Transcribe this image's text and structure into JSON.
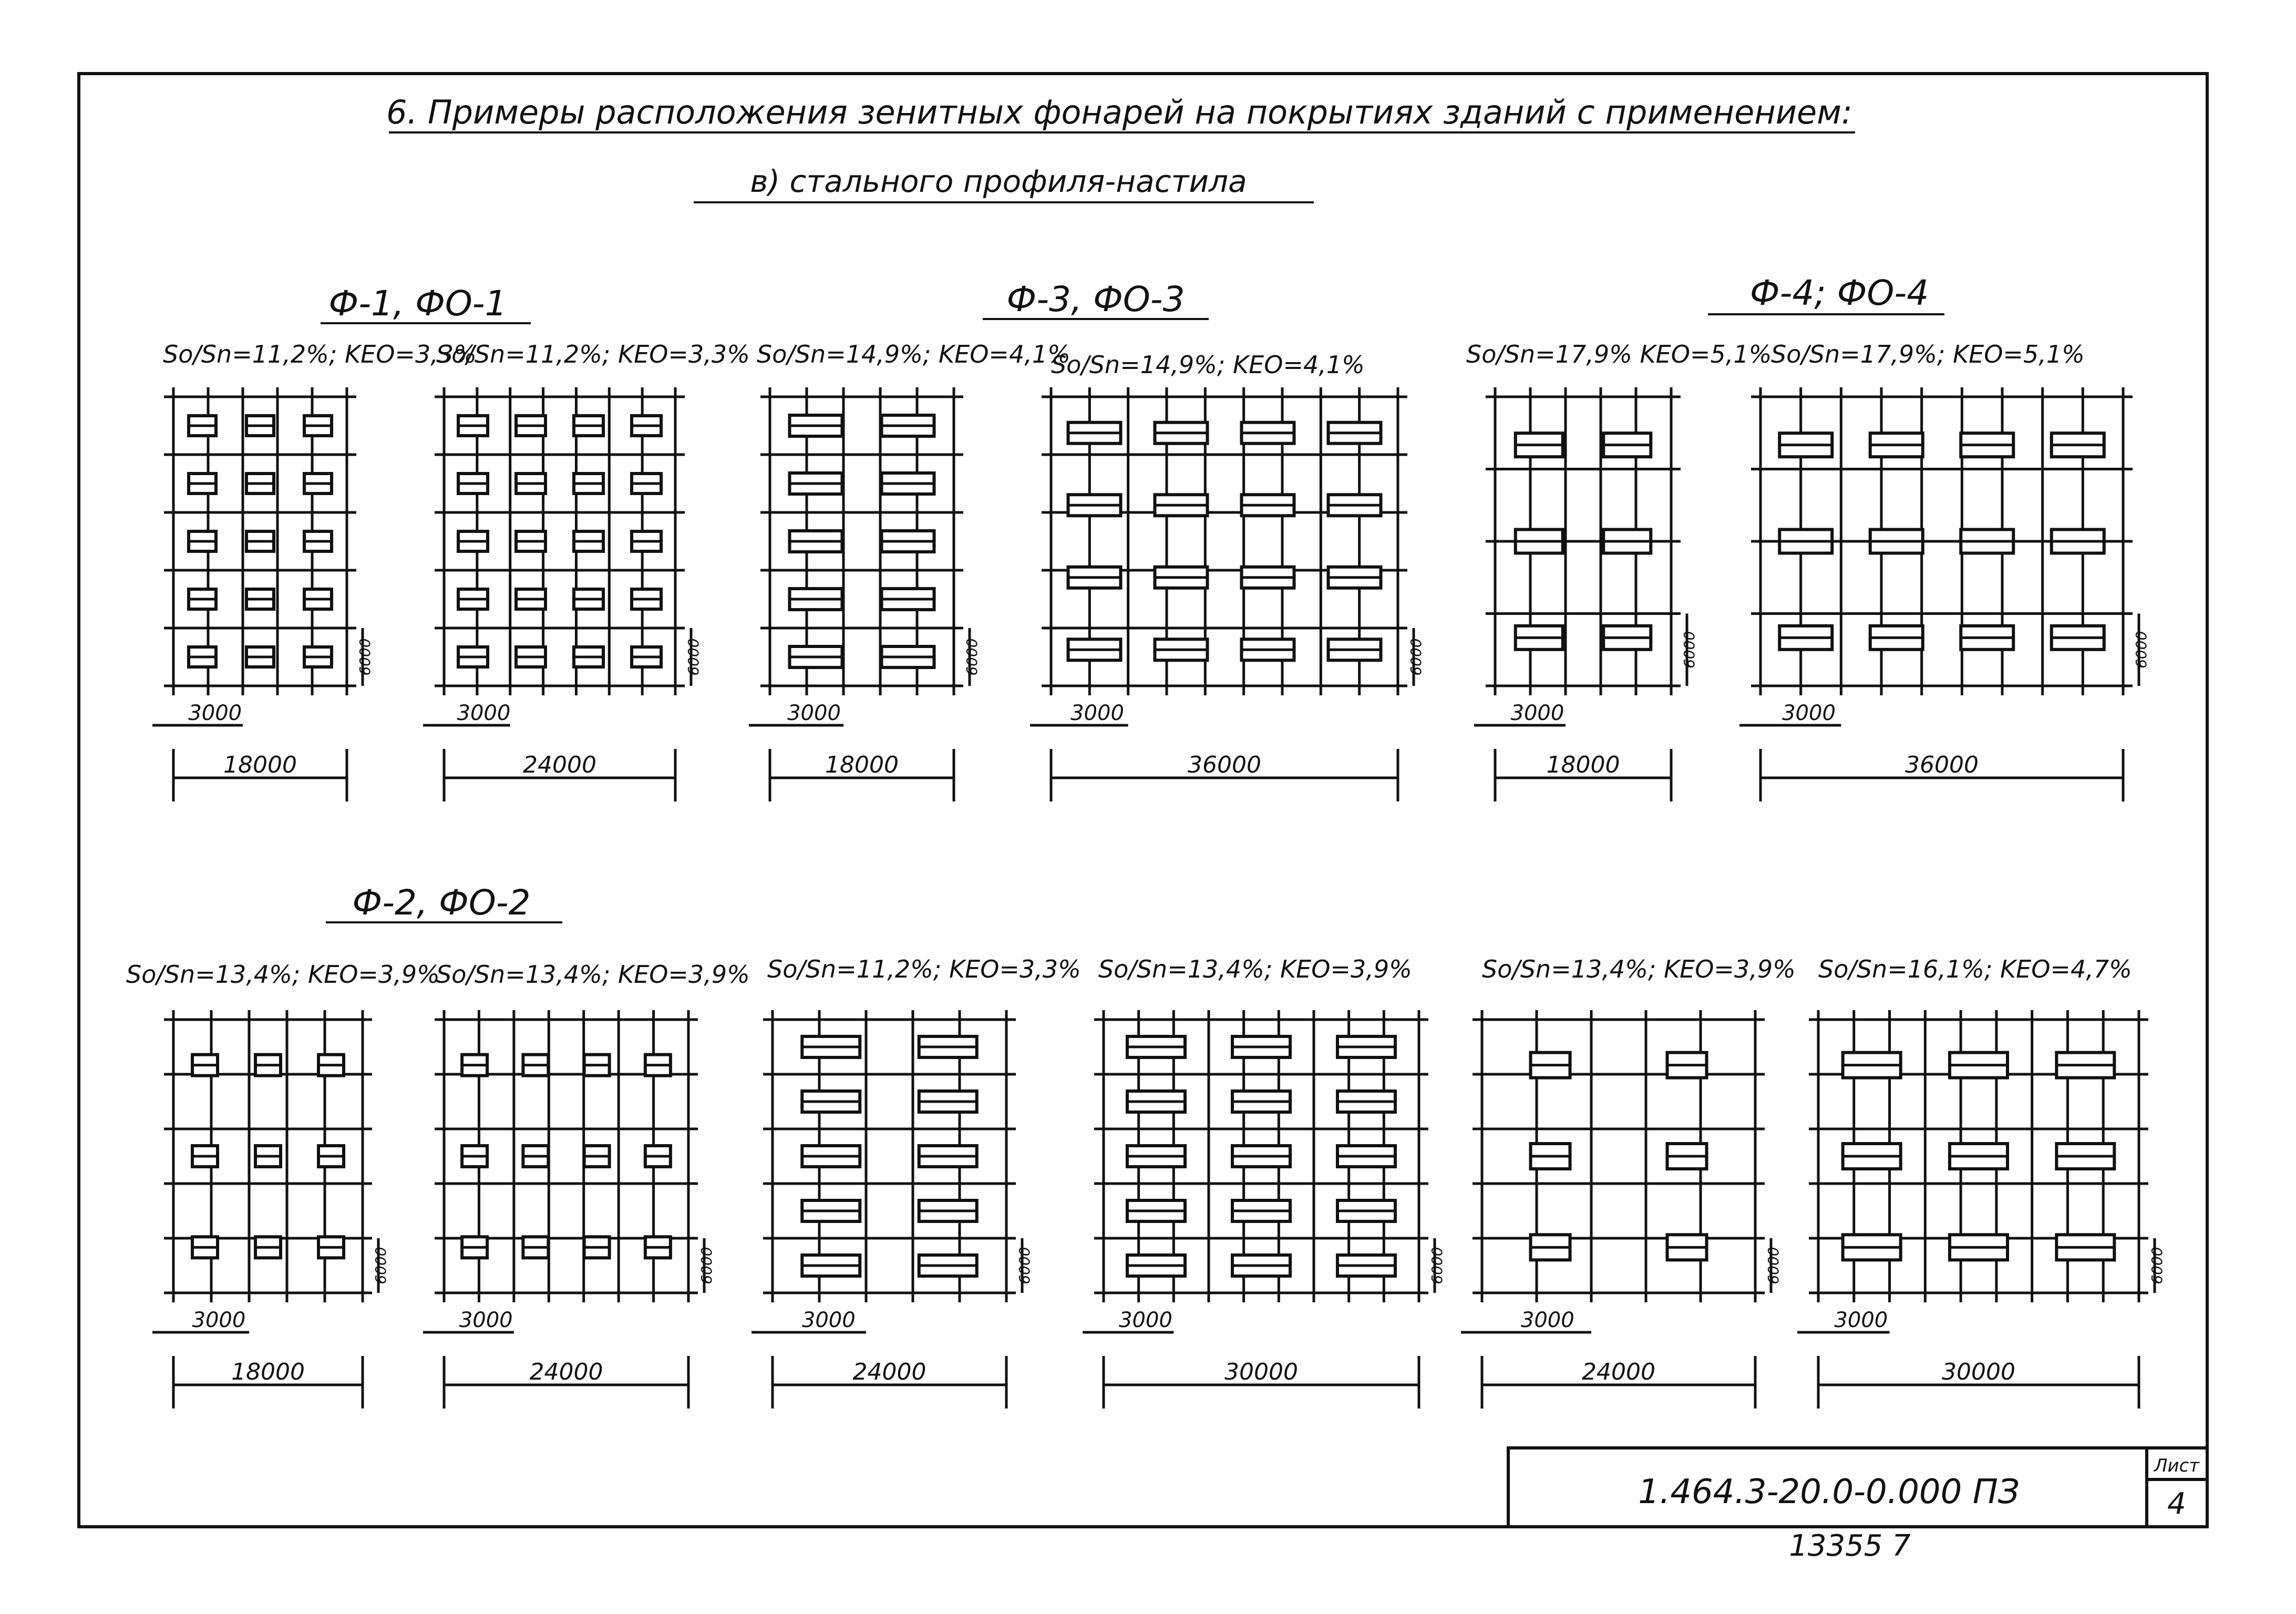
{
  "title": "6. Примеры расположения зенитных фонарей на покрытиях зданий с применением:",
  "subtitle": "в) стального профиля-настила",
  "top_groups": [
    "Ф-1, ФО-1",
    "Ф-3, ФО-3",
    "Ф-4; ФО-4"
  ],
  "bottom_group": "Ф-2, ФО-2",
  "top_row": [
    {
      "ratio": "So/Sn=11,2%; KEO=3,3%",
      "span": "3000",
      "width": "18000",
      "height": "6000"
    },
    {
      "ratio": "So/Sn=11,2%; KEO=3,3%",
      "span": "3000",
      "width": "24000",
      "height": "6000"
    },
    {
      "ratio": "So/Sn=14,9%; KEO=4,1%",
      "span": "3000",
      "width": "18000",
      "height": "6000"
    },
    {
      "ratio": "So/Sn=14,9%; KEO=4,1%",
      "span": "3000",
      "width": "36000",
      "height": "6000"
    },
    {
      "ratio": "So/Sn=17,9% KEO=5,1%",
      "span": "3000",
      "width": "18000",
      "height": "6000"
    },
    {
      "ratio": "So/Sn=17,9%; KEO=5,1%",
      "span": "3000",
      "width": "36000",
      "height": "6000"
    }
  ],
  "bottom_row": [
    {
      "ratio": "So/Sn=13,4%; KEO=3,9%",
      "span": "3000",
      "width": "18000",
      "height": "6000"
    },
    {
      "ratio": "So/Sn=13,4%; KEO=3,9%",
      "span": "3000",
      "width": "24000",
      "height": "6000"
    },
    {
      "ratio": "So/Sn=11,2%; KEO=3,3%",
      "span": "3000",
      "width": "24000",
      "height": "6000"
    },
    {
      "ratio": "So/Sn=13,4%; KEO=3,9%",
      "span": "3000",
      "width": "30000",
      "height": "6000"
    },
    {
      "ratio": "So/Sn=13,4%; KEO=3,9%",
      "span": "3000",
      "width": "24000",
      "height": "6000"
    },
    {
      "ratio": "So/Sn=16,1%; KEO=4,7%",
      "span": "3000",
      "width": "30000",
      "height": "6000"
    }
  ],
  "stamp": {
    "code": "1.464.3-20.0-0.000 ПЗ",
    "sheet_label": "Лист",
    "sheet_no": "4"
  },
  "archive_no": "13355  7"
}
